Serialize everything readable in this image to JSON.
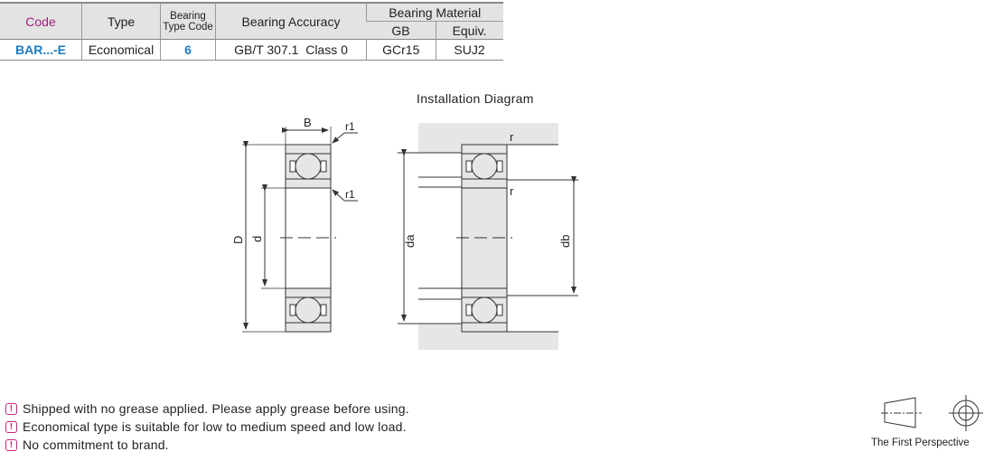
{
  "table": {
    "headers": {
      "code": "Code",
      "type": "Type",
      "bearing_type_code": "Bearing Type Code",
      "accuracy": "Bearing Accuracy",
      "material": "Bearing Material",
      "gb": "GB",
      "equiv": "Equiv."
    },
    "row": {
      "code": "BAR...-E",
      "type": "Economical",
      "bearing_type_code": "6",
      "accuracy": "GB/T 307.1  Class 0",
      "gb": "GCr15",
      "equiv": "SUJ2"
    }
  },
  "diagram": {
    "title": "Installation Diagram",
    "labels": {
      "B": "B",
      "r1": "r1",
      "D": "D",
      "d": "d",
      "r": "r",
      "da": "da",
      "db": "db"
    }
  },
  "notes": [
    "Shipped with no grease applied. Please apply grease before using.",
    "Economical type is suitable for low to medium speed and low load.",
    "No commitment to brand."
  ],
  "note_icon": "!",
  "perspective": "The First Perspective",
  "colors": {
    "code_header": "#a3217e",
    "code_value": "#1c7cc0",
    "note_icon": "#c2277f",
    "shade": "#e6e6e6"
  }
}
